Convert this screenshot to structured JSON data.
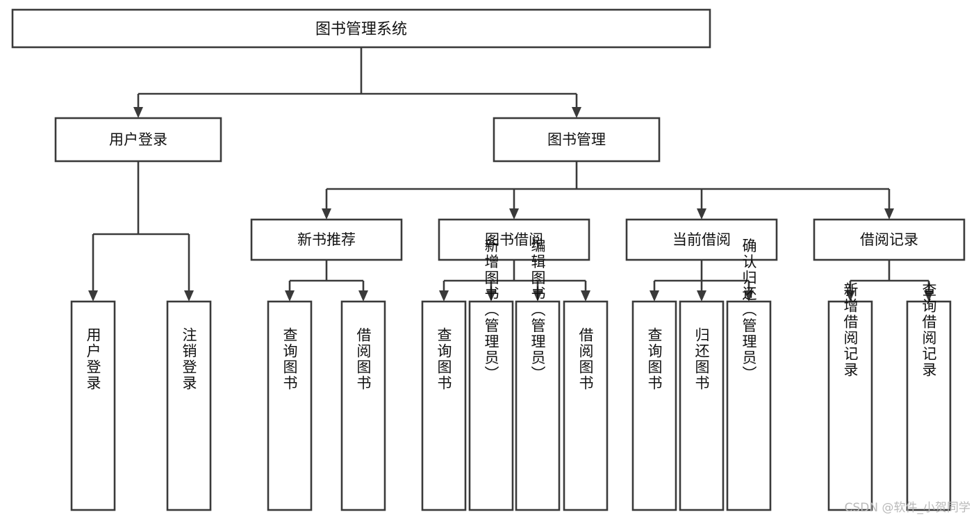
{
  "diagram": {
    "title": "图书管理系统",
    "type": "tree-hierarchy",
    "colors": {
      "stroke": "#3a3a3a",
      "box_fill": "#ffffff",
      "text": "#111111",
      "background": "#ffffff",
      "watermark": "#b9b9b9"
    },
    "root": {
      "id": "root",
      "label": "图书管理系统"
    },
    "level2": [
      {
        "id": "user-login",
        "label": "用户登录"
      },
      {
        "id": "book-management",
        "label": "图书管理"
      }
    ],
    "level3": [
      {
        "id": "new-book-recommend",
        "label": "新书推荐",
        "parent": "book-management"
      },
      {
        "id": "book-borrow",
        "label": "图书借阅",
        "parent": "book-management"
      },
      {
        "id": "current-borrow",
        "label": "当前借阅",
        "parent": "book-management"
      },
      {
        "id": "borrow-record",
        "label": "借阅记录",
        "parent": "book-management"
      }
    ],
    "leaves": {
      "user_login": [
        {
          "id": "leaf-user-login",
          "label": "用户登录"
        },
        {
          "id": "leaf-user-logout",
          "label": "注销登录"
        }
      ],
      "new_book_recommend": [
        {
          "id": "leaf-query-book-1",
          "label": "查询图书"
        },
        {
          "id": "leaf-borrow-book-1",
          "label": "借阅图书"
        }
      ],
      "book_borrow": [
        {
          "id": "leaf-query-book-2",
          "label": "查询图书"
        },
        {
          "id": "leaf-add-book",
          "label": "新增图书（管理员）"
        },
        {
          "id": "leaf-edit-book",
          "label": "编辑图书（管理员）"
        },
        {
          "id": "leaf-borrow-book-2",
          "label": "借阅图书"
        }
      ],
      "current_borrow": [
        {
          "id": "leaf-query-book-3",
          "label": "查询图书"
        },
        {
          "id": "leaf-return-book",
          "label": "归还图书"
        },
        {
          "id": "leaf-confirm-return",
          "label": "确认归还（管理员）"
        }
      ],
      "borrow_record": [
        {
          "id": "leaf-add-record",
          "label": "新增借阅记录"
        },
        {
          "id": "leaf-query-record",
          "label": "查询借阅记录"
        }
      ]
    }
  },
  "watermark": {
    "text": "CSDN @软件_小贺同学"
  }
}
